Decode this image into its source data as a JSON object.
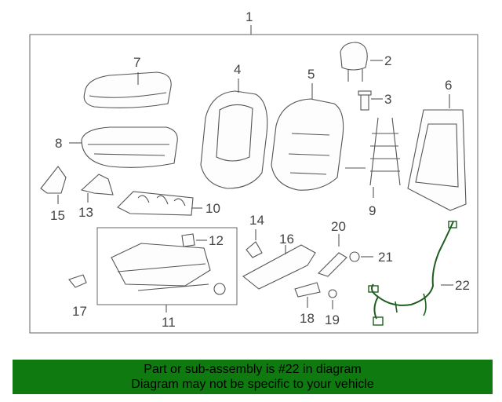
{
  "callouts": {
    "c1": "1",
    "c2": "2",
    "c3": "3",
    "c4": "4",
    "c5": "5",
    "c6": "6",
    "c7": "7",
    "c8": "8",
    "c9": "9",
    "c10": "10",
    "c11": "11",
    "c12": "12",
    "c13": "13",
    "c14": "14",
    "c15": "15",
    "c16": "16",
    "c17": "17",
    "c18": "18",
    "c19": "19",
    "c20": "20",
    "c21": "21",
    "c22": "22"
  },
  "caption": {
    "line1": "Part or sub-assembly is #22 in diagram",
    "line2": "Diagram may not be specific to your vehicle"
  },
  "colors": {
    "caption_background": "#0f7a0f",
    "highlight_part": "#1f5e1f",
    "line": "#555555"
  }
}
